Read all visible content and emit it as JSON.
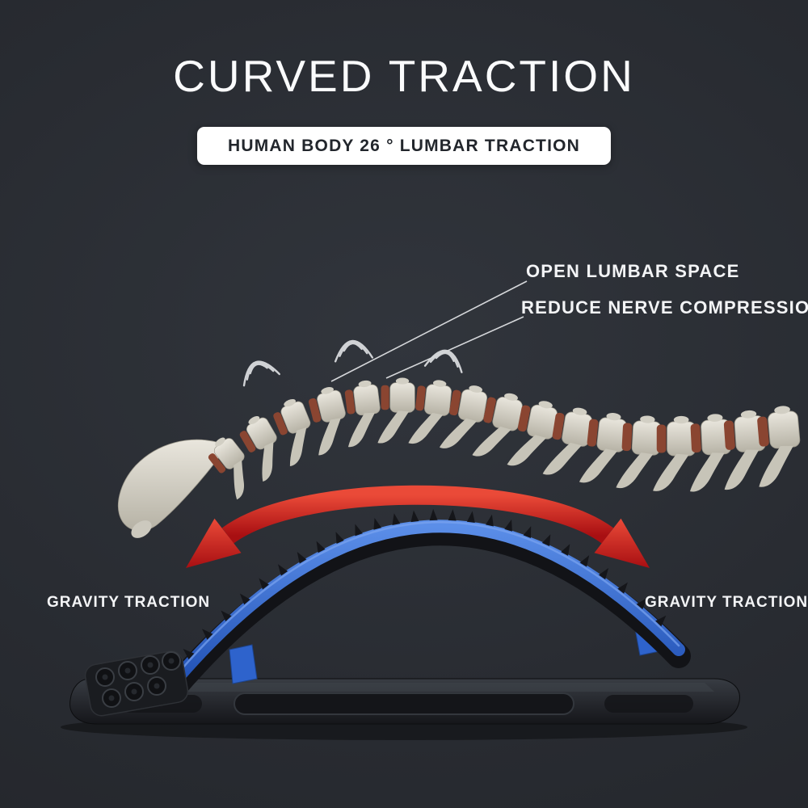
{
  "header": {
    "title": "CURVED TRACTION",
    "banner": "HUMAN BODY 26 ° LUMBAR TRACTION"
  },
  "callouts": {
    "line1": "OPEN LUMBAR SPACE",
    "line2": "REDUCE NERVE COMPRESSION"
  },
  "labels": {
    "gravity_left": "GRAVITY TRACTION",
    "gravity_right": "GRAVITY TRACTION"
  },
  "illustration": {
    "spine": "human-lumbar-spine-model",
    "device": "curved-back-traction-stretcher",
    "arrows": "red-gravity-arc-arrows",
    "waves": "vibration-relief-waves"
  },
  "colors": {
    "background": "#282b31",
    "title_text": "#fafbfc",
    "banner_bg": "#ffffff",
    "banner_text": "#22262c",
    "arrow_red": "#cf1d1b",
    "arch_blue": "#3468d0",
    "bone": "#d8d5ca",
    "disc_brown": "#8a4531",
    "device_black": "#1b1d21"
  }
}
